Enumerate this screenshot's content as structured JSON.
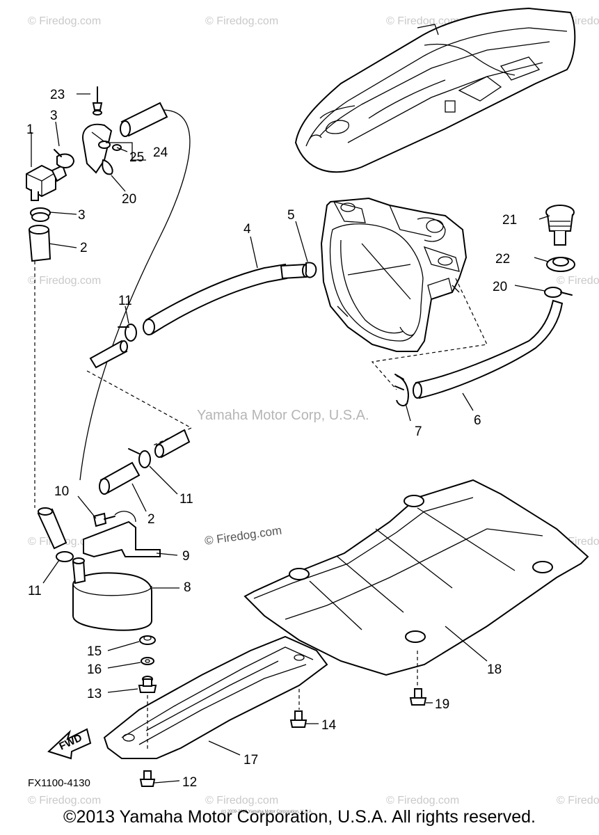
{
  "watermarks": {
    "firedog": "© Firedog.com",
    "center": "Yamaha Motor Corp, U.S.A.",
    "firedog_dark": "© Firedog.com",
    "small_footer": "(c) 2009-2013 Yamaha Motor Corporation, U.S.A."
  },
  "diagram_code": "FX1100-4130",
  "fwd_label": "FWD",
  "callouts": [
    "23",
    "3",
    "1",
    "24",
    "25",
    "20",
    "3",
    "2",
    "4",
    "5",
    "21",
    "22",
    "20",
    "11",
    "7",
    "6",
    "11",
    "2",
    "10",
    "9",
    "11",
    "8",
    "18",
    "15",
    "16",
    "13",
    "19",
    "14",
    "17",
    "12"
  ],
  "footer": {
    "copyright": "©2013 Yamaha Motor Corporation, U.S.A. All rights reserved."
  }
}
